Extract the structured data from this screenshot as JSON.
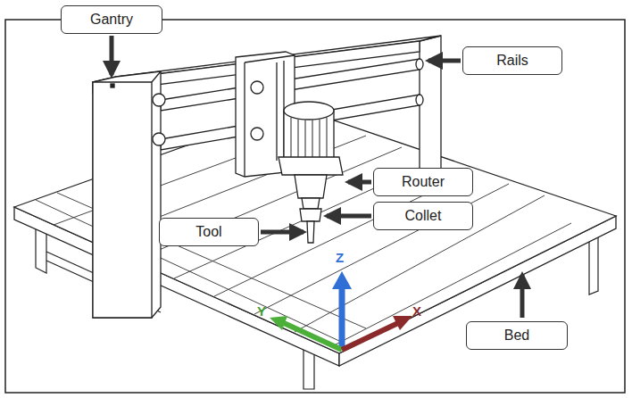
{
  "diagram": {
    "nodes": [
      {
        "text": [
          "Gantry"
        ]
      },
      {
        "text": [
          "Rails"
        ]
      },
      {
        "text": [
          "Router"
        ]
      },
      {
        "text": [
          "Collet"
        ]
      },
      {
        "text": [
          "Tool"
        ]
      },
      {
        "text": [
          "Bed"
        ]
      }
    ],
    "labels": [
      "Z",
      "Y",
      "X"
    ]
  }
}
